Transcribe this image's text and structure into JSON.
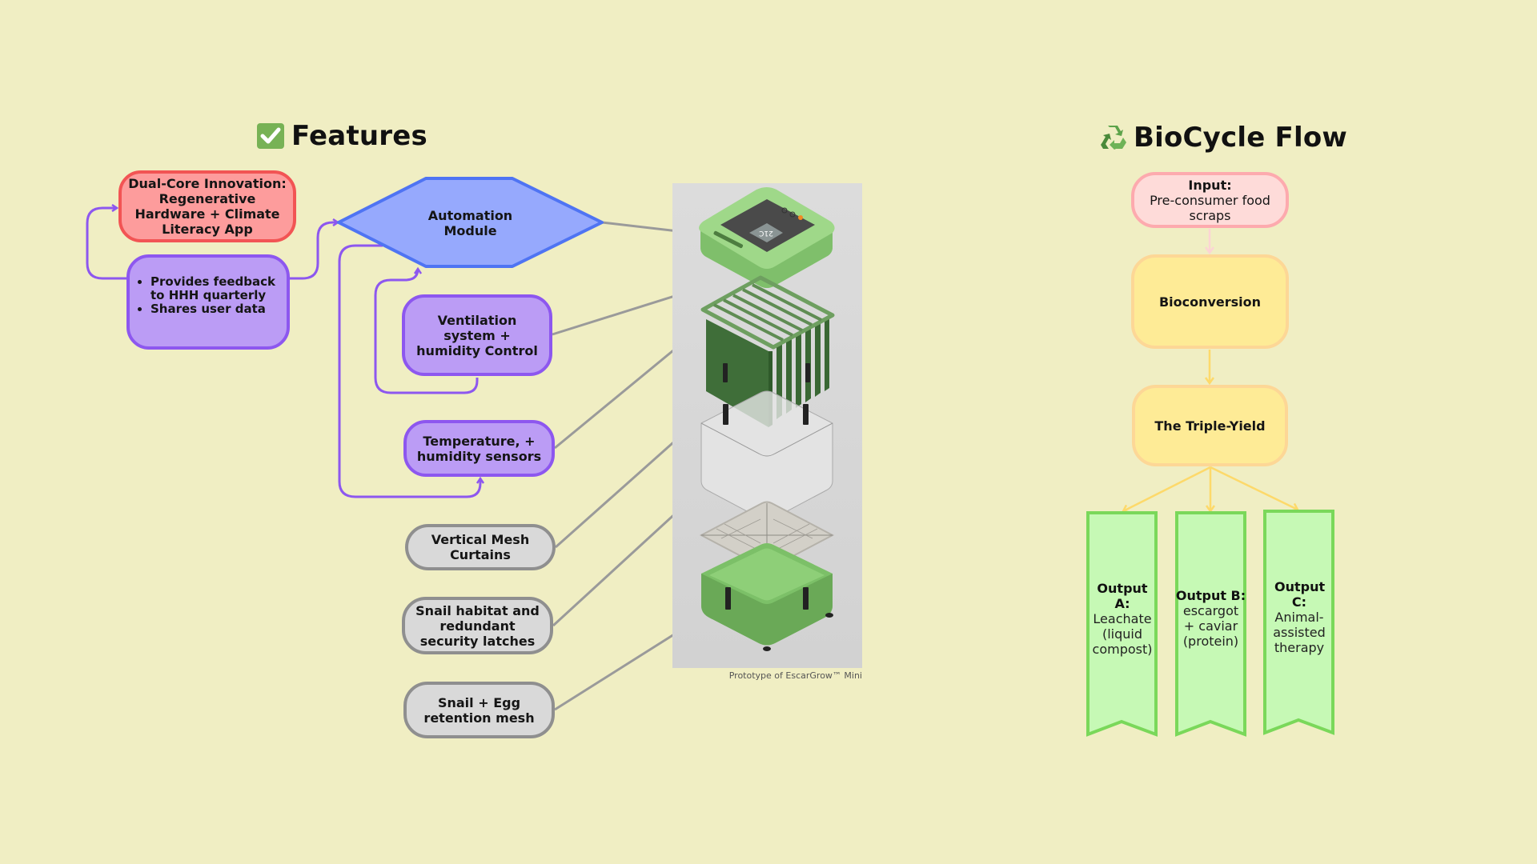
{
  "features": {
    "title": "Features",
    "title_icon": "check-mark-button-icon",
    "dual_core": "Dual-Core Innovation: Regenerative Hardware + Climate Literacy App",
    "feedback_items": [
      "Provides feedback to HHH quarterly",
      "Shares user data"
    ],
    "automation_module": "Automation Module",
    "ventilation": "Ventilation system + humidity Control",
    "temperature": "Temperature, + humidity sensors",
    "vertical_mesh": "Vertical Mesh Curtains",
    "snail_habitat": "Snail habitat and redundant security latches",
    "snail_egg": "Snail + Egg retention mesh"
  },
  "prototype": {
    "caption": "Prototype of EscarGrow™ Mini",
    "screen_readout": "21C"
  },
  "biocycle": {
    "title": "BioCycle Flow",
    "title_icon": "recycle-icon",
    "input_label": "Input:",
    "input_text": "Pre-consumer food scraps",
    "bioconversion": "Bioconversion",
    "triple_yield": "The Triple-Yield",
    "outputs": [
      {
        "label": "Output A:",
        "text": "Leachate (liquid compost)"
      },
      {
        "label": "Output B:",
        "text": "escargot + caviar (protein)"
      },
      {
        "label": "Output C:",
        "text": "Animal-assisted therapy"
      }
    ]
  },
  "colors": {
    "background": "#f0eec3",
    "purple_connector": "#8d57ef",
    "gray_connector": "#999999",
    "yellow_connector": "#fdd96a",
    "ribbon_fill": "#c6f9b5",
    "ribbon_stroke": "#7ad85a"
  }
}
